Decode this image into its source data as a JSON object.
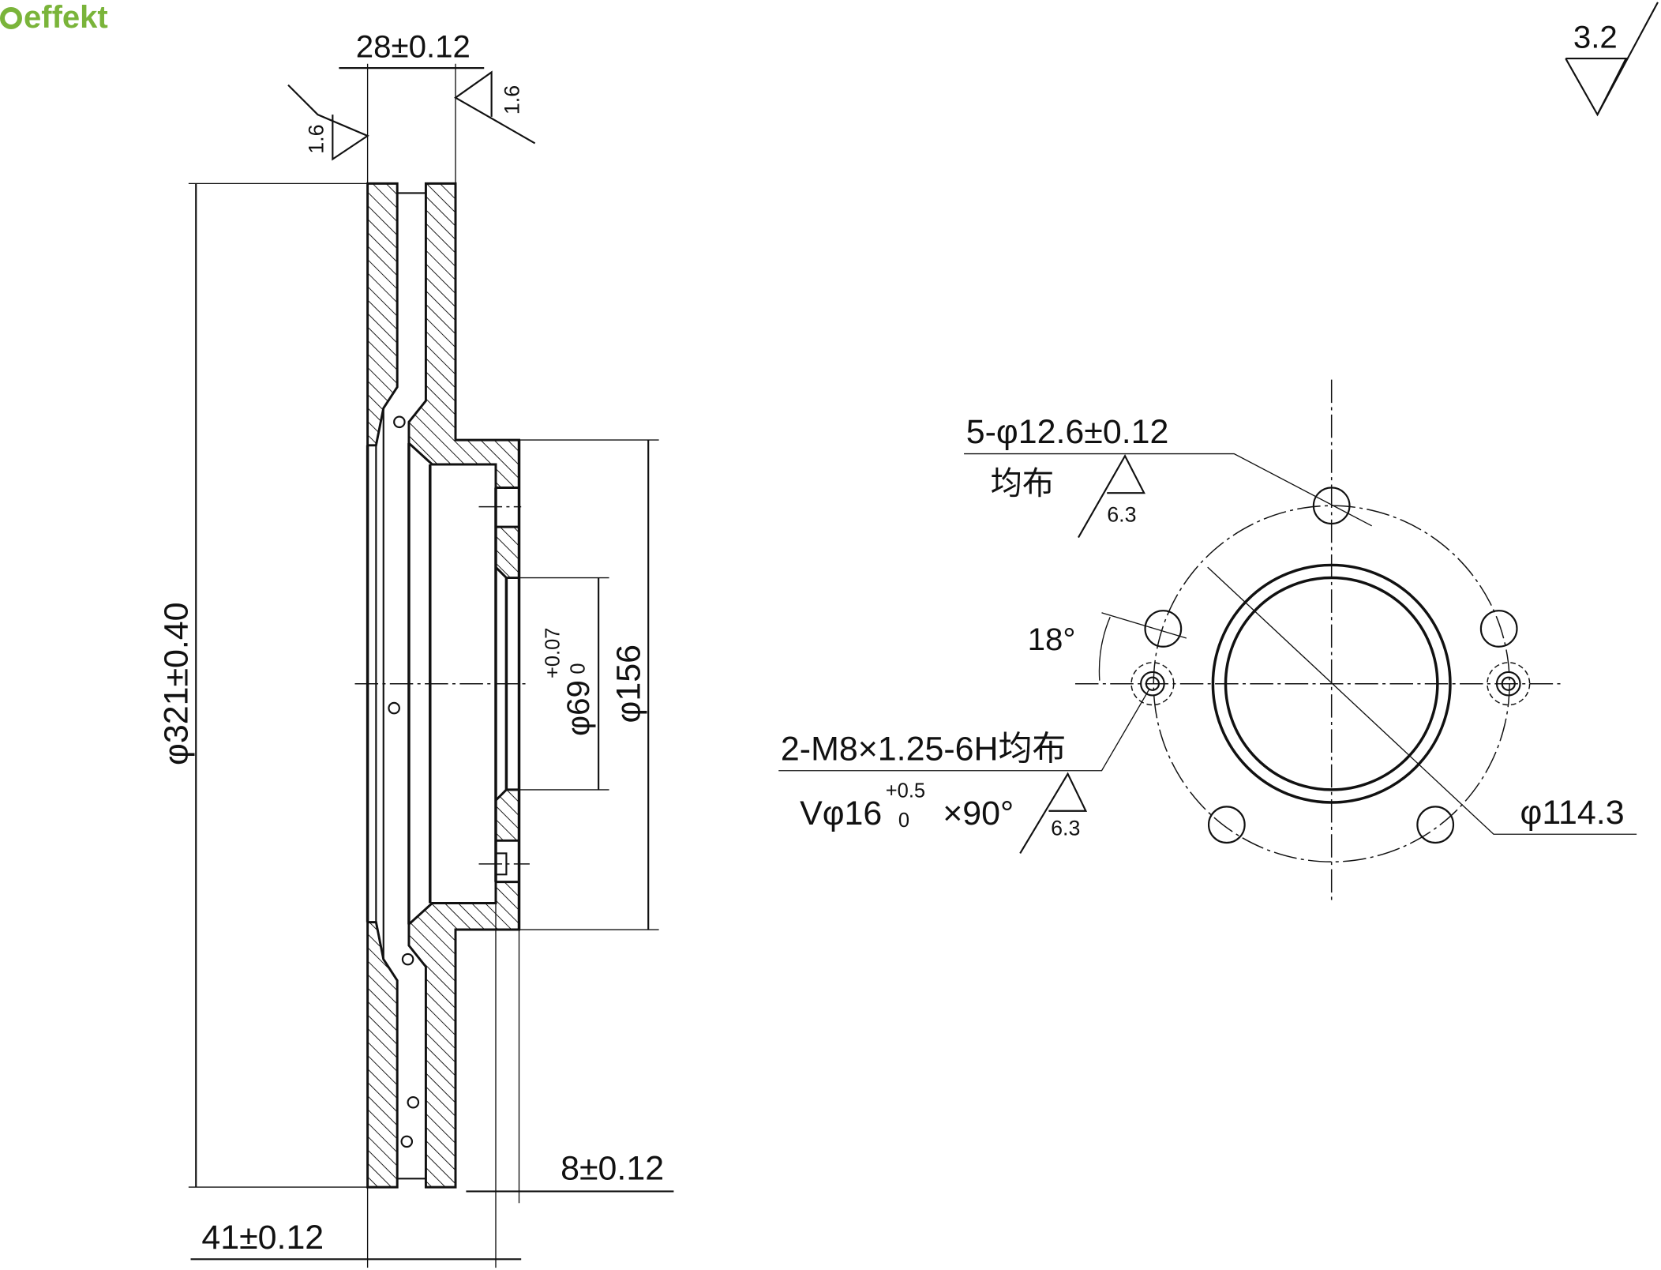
{
  "logo": {
    "text": "effekt",
    "color": "#7ab43a"
  },
  "section_view": {
    "width_dim": "28±0.12",
    "roughness_left": "1.6",
    "roughness_right": "1.6",
    "outer_diameter": "φ321±0.40",
    "hub_diameter": "φ156",
    "bore_diameter": "φ69",
    "bore_tol_upper": "+0.07",
    "bore_tol_lower": "0",
    "overall_height_dim": "41±0.12",
    "hub_offset_dim": "8±0.12"
  },
  "general_roughness": "3.2",
  "plan_view": {
    "holes_callout": "5-φ12.6±0.12",
    "holes_note": "均布",
    "holes_roughness": "6.3",
    "angle": "18°",
    "thread_callout": "2-M8×1.25-6H均布",
    "countersink_prefix": "Vφ16",
    "countersink_tol_upper": "+0.5",
    "countersink_tol_lower": "0",
    "countersink_angle": "×90°",
    "thread_roughness": "6.3",
    "pcd": "φ114.3"
  }
}
